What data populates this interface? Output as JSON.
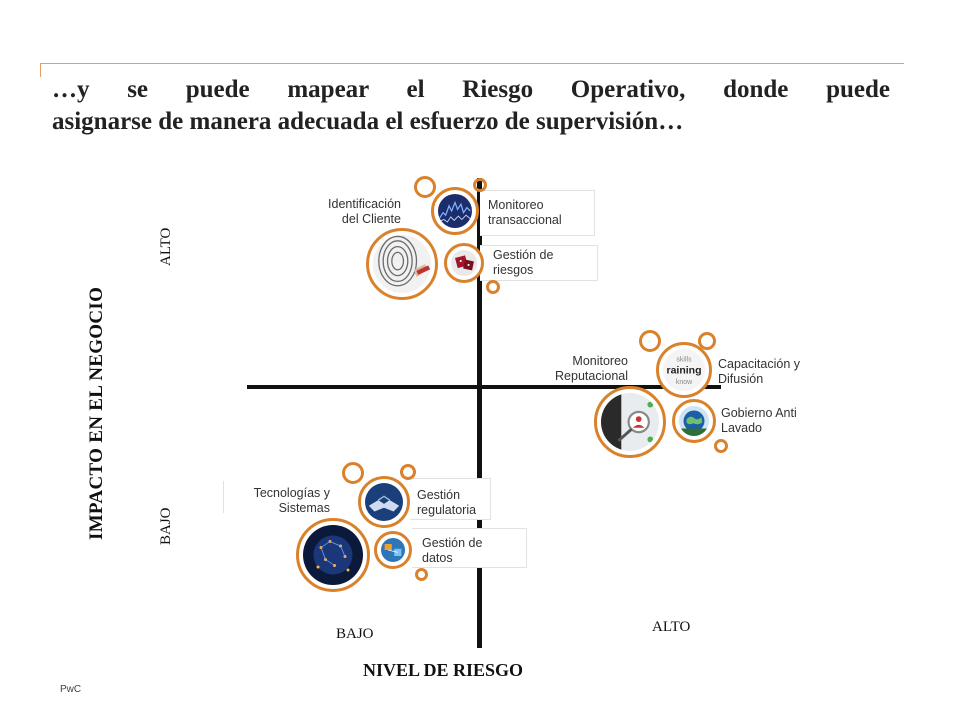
{
  "slide": {
    "title_line1": "…y se puede mapear el Riesgo Operativo, donde puede",
    "title_line2": "asignarse de manera adecuada el esfuerzo de supervisión…",
    "footer": "PwC"
  },
  "axes": {
    "y_label": "IMPACTO EN EL NEGOCIO",
    "y_high": "ALTO",
    "y_low": "BAJO",
    "x_label": "NIVEL DE RIESGO",
    "x_low": "BAJO",
    "x_high": "ALTO"
  },
  "quadrants": {
    "top": {
      "identificacion_l1": "Identificación",
      "identificacion_l2": "del Cliente",
      "monitoreo_l1": "Monitoreo",
      "monitoreo_l2": "transaccional",
      "gestion_l1": "Gestión de",
      "gestion_l2": "riesgos"
    },
    "right": {
      "reputacional_l1": "Monitoreo",
      "reputacional_l2": "Reputacional",
      "capacitacion_l1": "Capacitación y",
      "capacitacion_l2": "Difusión",
      "gobierno_l1": "Gobierno Anti",
      "gobierno_l2": "Lavado",
      "badge_text_1": "skills",
      "badge_text_2": "raining",
      "badge_text_3": "know"
    },
    "bottom": {
      "tecnologias_l1": "Tecnologías y",
      "tecnologias_l2": "Sistemas",
      "regulatoria_l1": "Gestión",
      "regulatoria_l2": "regulatoria",
      "datos_l1": "Gestión de",
      "datos_l2": "datos"
    }
  },
  "colors": {
    "accent": "#d9822b",
    "axis": "#111111"
  }
}
